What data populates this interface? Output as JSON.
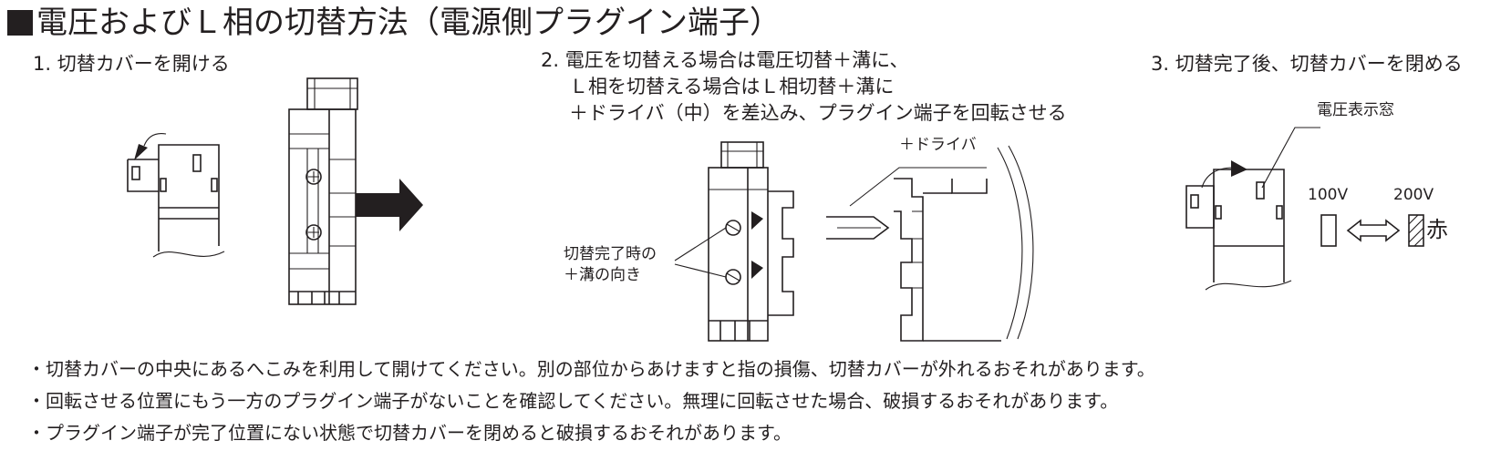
{
  "title": "電圧およびＬ相の切替方法（電源側プラグイン端子）",
  "steps": {
    "step1": "1. 切替カバーを開ける",
    "step2_line1": "2. 電圧を切替える場合は電圧切替＋溝に、",
    "step2_line2": "Ｌ相を切替える場合はＬ相切替＋溝に",
    "step2_line3": "＋ドライバ（中）を差込み、プラグイン端子を回転させる",
    "step3": "3. 切替完了後、切替カバーを閉める"
  },
  "labels": {
    "driver": "＋ドライバ",
    "groove_line1": "切替完了時の",
    "groove_line2": "＋溝の向き",
    "voltage_window": "電圧表示窓",
    "v100": "100V",
    "v200": "200V",
    "red": "赤"
  },
  "notes": [
    "・切替カバーの中央にあるへこみを利用して開けてください。別の部位からあけますと指の損傷、切替カバーが外れるおそれがあります。",
    "・回転させる位置にもう一方のプラグイン端子がないことを確認してください。無理に回転させた場合、破損するおそれがあります。",
    "・プラグイン端子が完了位置にない状態で切替カバーを閉めると破損するおそれがあります。"
  ]
}
